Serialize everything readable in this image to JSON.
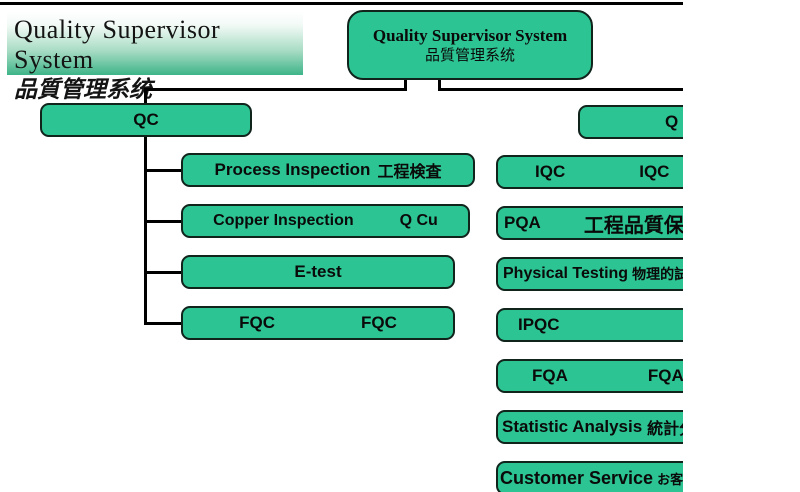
{
  "banner": {
    "title_en": "Quality Supervisor System",
    "title_cjk": "品質管理系统"
  },
  "root": {
    "title_en": "Quality Supervisor System",
    "title_cjk": "品質管理系统"
  },
  "colors": {
    "node_green": "#2cc492",
    "banner_gradient_bottom": "#3eb489",
    "line": "#000000"
  },
  "left_branch": {
    "parent": "QC",
    "children": [
      {
        "en": "Process Inspection",
        "jp": "工程検査"
      },
      {
        "en": "Copper Inspection",
        "jp": "Q Cu"
      },
      {
        "en": "E-test",
        "jp": ""
      },
      {
        "en": "FQC",
        "jp": "FQC"
      }
    ]
  },
  "right_branch": {
    "parent": "Q",
    "children": [
      {
        "en": "IQC",
        "jp": "IQC"
      },
      {
        "en": "PQA",
        "jp": "工程品質保証"
      },
      {
        "en": "Physical Testing",
        "jp": "物理的試験"
      },
      {
        "en": "IPQC",
        "jp": ""
      },
      {
        "en": "FQA",
        "jp": "FQA"
      },
      {
        "en": "Statistic Analysis",
        "jp": "統計分析"
      },
      {
        "en": "Customer Service",
        "jp": "お客サービス"
      }
    ]
  }
}
